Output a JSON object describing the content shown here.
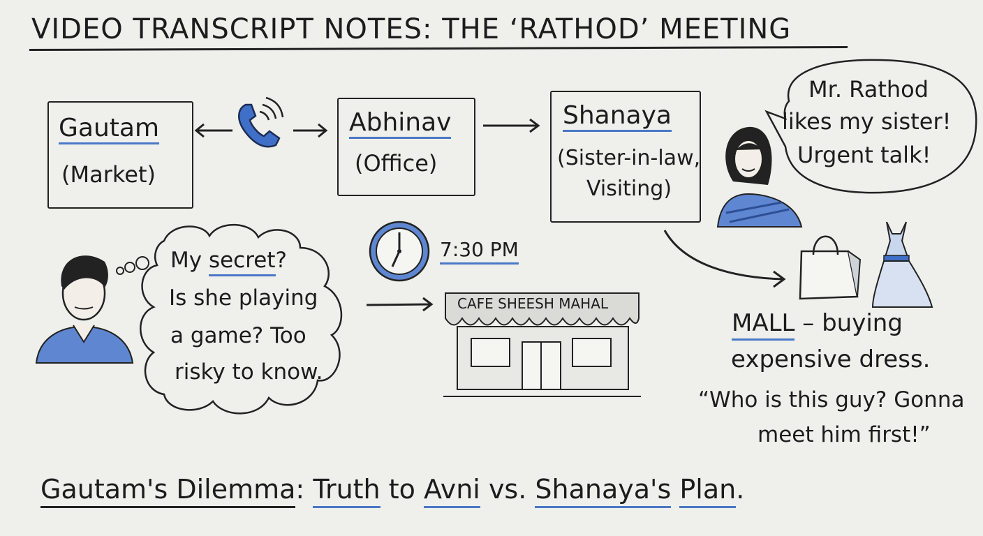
{
  "title": "VIDEO TRANSCRIPT NOTES: THE ‘RATHOD’ MEETING",
  "colors": {
    "accent": "#4a78c8",
    "ink": "#1c1c1c",
    "background": "#efefeb"
  },
  "nodes": {
    "gautam": {
      "name": "Gautam",
      "place": "(Market)"
    },
    "abhinav": {
      "name": "Abhinav",
      "place": "(Office)"
    },
    "shanaya": {
      "name": "Shanaya",
      "line1": "(Sister-in-law,",
      "line2": "Visiting)"
    }
  },
  "icons": {
    "phone": "phone-call-icon",
    "clock": "clock-icon",
    "bag": "shopping-bag-icon",
    "dress": "dress-icon",
    "cafe": "cafe-storefront"
  },
  "speech_bubble": {
    "line1": "Mr. Rathod",
    "line2": "likes my sister!",
    "line3": "Urgent talk!"
  },
  "thought_cloud": {
    "line1_a": "My ",
    "line1_b": "secret",
    "line1_c": "?",
    "line2": "Is she playing",
    "line3": "a game? Too",
    "line4": "risky to know."
  },
  "time": "7:30 PM",
  "cafe_sign": "CAFE SHEESH MAHAL",
  "mall": {
    "word": "MALL",
    "rest": " – buying",
    "line2": "expensive dress.",
    "quote1": "“Who is this guy? Gonna",
    "quote2": "meet him first!”"
  },
  "footer": {
    "p1": "Gautam's Dilemma",
    "p2": ": ",
    "p3": "Truth",
    "p4": " to ",
    "p5": "Avni",
    "p6": " vs. ",
    "p7": "Shanaya's",
    "p8": " ",
    "p9": "Plan",
    "p10": "."
  }
}
